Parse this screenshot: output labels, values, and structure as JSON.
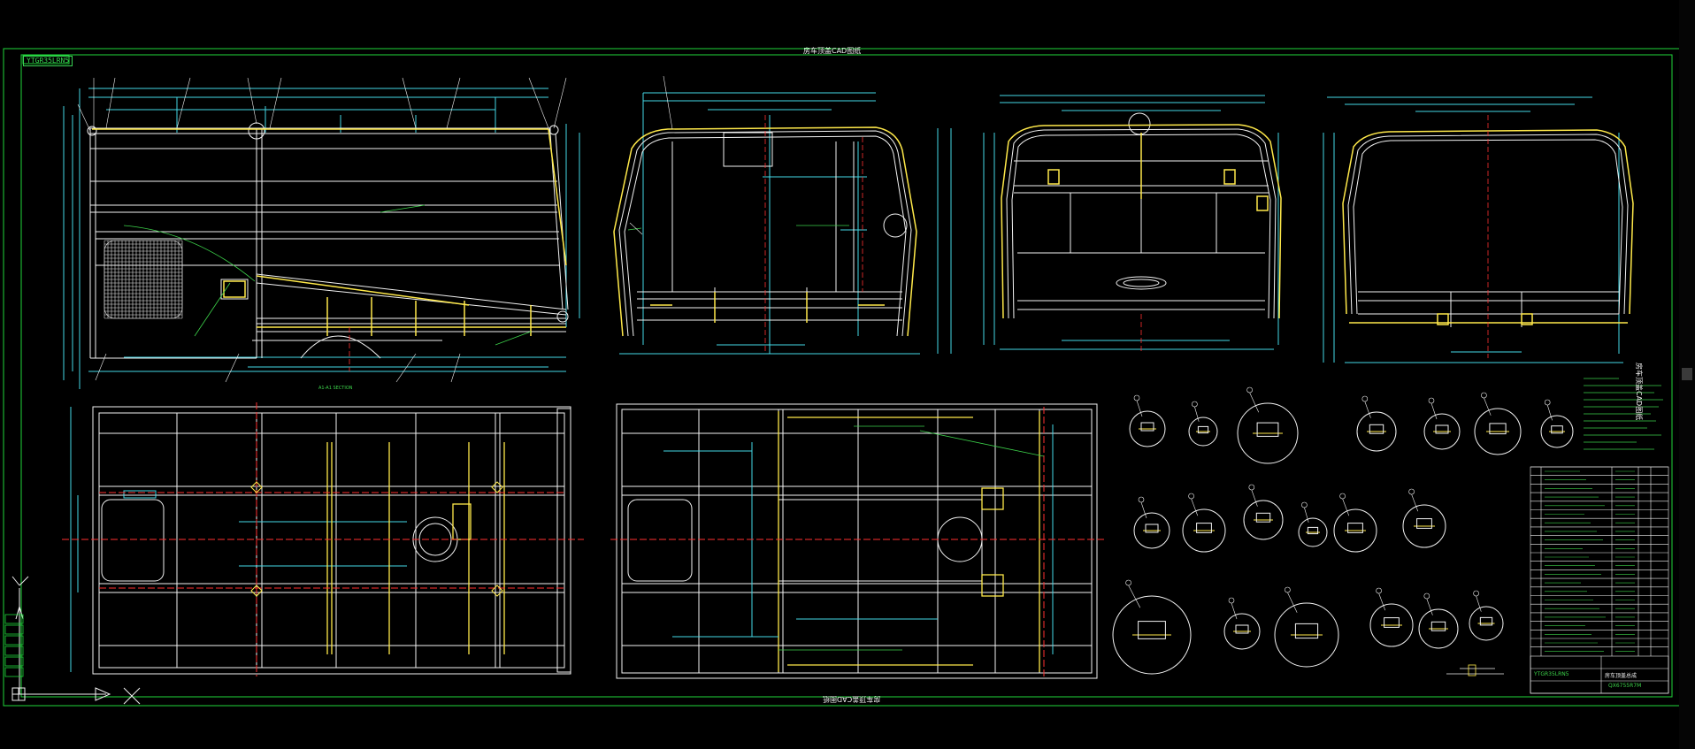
{
  "app": {
    "sheet_top_title": "房车顶盖CAD图纸",
    "sheet_bottom_title": "房车顶盖CAD图纸",
    "sheet_right_title": "房车顶盖CAD图纸",
    "frame_tag": "YTGR35LRN5",
    "title_block_name": "房车顶盖总成",
    "title_block_code": "YTGR35LRN5",
    "title_block_sheet": "QX6755R7M"
  },
  "icons": {
    "ucs": "ucs-axis-icon",
    "close": "x-mark-icon"
  },
  "colors": {
    "frame": "#1fd63a",
    "primary": "#f2f2f2",
    "dimension": "#45d7e6",
    "accent": "#ffe94a",
    "centerline": "#ff3030",
    "leader": "#3cd24a"
  }
}
